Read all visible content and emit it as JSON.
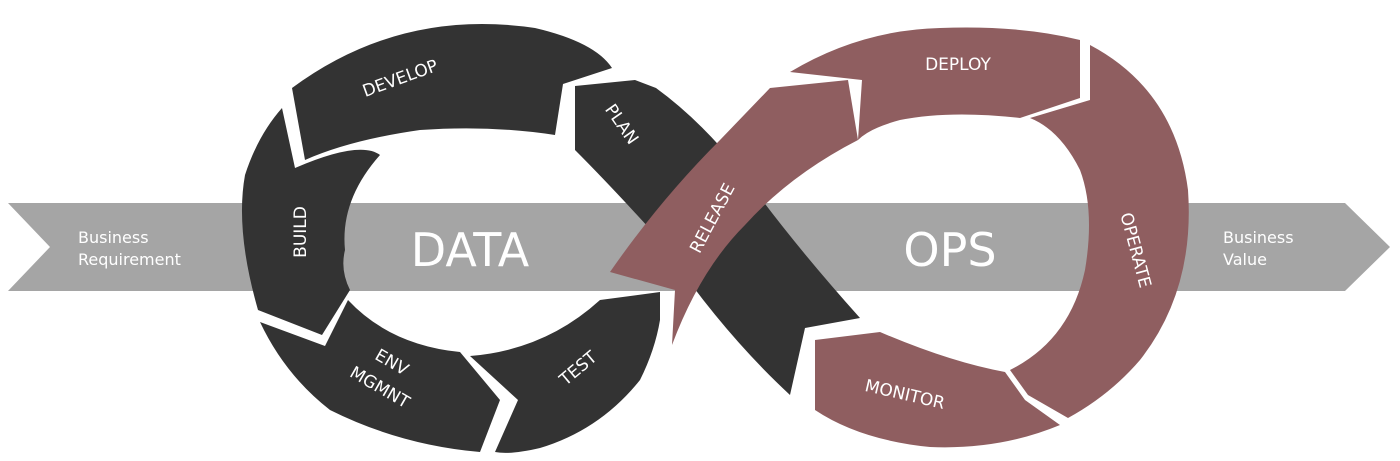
{
  "diagram": {
    "input": {
      "line1": "Business",
      "line2": "Requirement"
    },
    "output": {
      "line1": "Business",
      "line2": "Value"
    },
    "left_title": "DATA",
    "right_title": "OPS",
    "stages": {
      "develop": "DEVELOP",
      "plan": "PLAN",
      "build": "BUILD",
      "env_line1": "ENV",
      "env_line2": "MGMNT",
      "test": "TEST",
      "release": "RELEASE",
      "deploy": "DEPLOY",
      "operate": "OPERATE",
      "monitor": "MONITOR"
    },
    "colors": {
      "band": "#a5a5a5",
      "dark_loop": "#333333",
      "ops_loop": "#8f5e60",
      "text": "#ffffff"
    }
  }
}
